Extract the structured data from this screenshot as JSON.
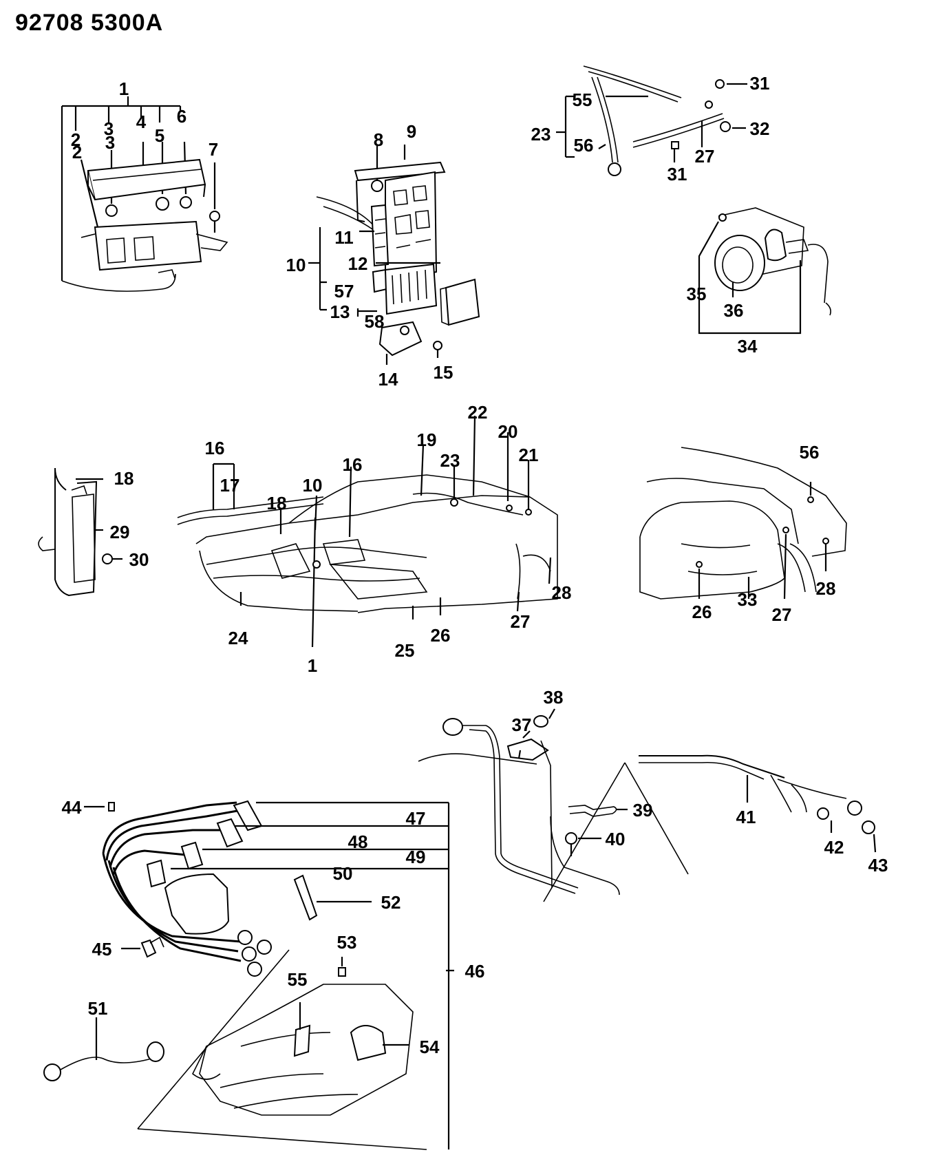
{
  "drawing_code": "92708  5300A",
  "callouts": [
    {
      "id": "c1a",
      "text": "1"
    },
    {
      "id": "c2",
      "text": "2"
    },
    {
      "id": "c3a",
      "text": "3"
    },
    {
      "id": "c4",
      "text": "4"
    },
    {
      "id": "c5",
      "text": "5"
    },
    {
      "id": "c6",
      "text": "6"
    },
    {
      "id": "c2b",
      "text": "2"
    },
    {
      "id": "c3b",
      "text": "3"
    },
    {
      "id": "c7",
      "text": "7"
    },
    {
      "id": "c8",
      "text": "8"
    },
    {
      "id": "c9",
      "text": "9"
    },
    {
      "id": "c11",
      "text": "11"
    },
    {
      "id": "c10a",
      "text": "10"
    },
    {
      "id": "c12",
      "text": "12"
    },
    {
      "id": "c57",
      "text": "57"
    },
    {
      "id": "c13",
      "text": "13"
    },
    {
      "id": "c58",
      "text": "58"
    },
    {
      "id": "c14",
      "text": "14"
    },
    {
      "id": "c15",
      "text": "15"
    },
    {
      "id": "c31a",
      "text": "31"
    },
    {
      "id": "c55a",
      "text": "55"
    },
    {
      "id": "c32",
      "text": "32"
    },
    {
      "id": "c23a",
      "text": "23"
    },
    {
      "id": "c56a",
      "text": "56"
    },
    {
      "id": "c27a",
      "text": "27"
    },
    {
      "id": "c31b",
      "text": "31"
    },
    {
      "id": "c35",
      "text": "35"
    },
    {
      "id": "c36",
      "text": "36"
    },
    {
      "id": "c34",
      "text": "34"
    },
    {
      "id": "c16a",
      "text": "16"
    },
    {
      "id": "c17",
      "text": "17"
    },
    {
      "id": "c18a",
      "text": "18"
    },
    {
      "id": "c29",
      "text": "29"
    },
    {
      "id": "c30",
      "text": "30"
    },
    {
      "id": "c18b",
      "text": "18"
    },
    {
      "id": "c10b",
      "text": "10"
    },
    {
      "id": "c16b",
      "text": "16"
    },
    {
      "id": "c19",
      "text": "19"
    },
    {
      "id": "c23b",
      "text": "23"
    },
    {
      "id": "c22",
      "text": "22"
    },
    {
      "id": "c20",
      "text": "20"
    },
    {
      "id": "c21",
      "text": "21"
    },
    {
      "id": "c24",
      "text": "24"
    },
    {
      "id": "c1b",
      "text": "1"
    },
    {
      "id": "c25",
      "text": "25"
    },
    {
      "id": "c26a",
      "text": "26"
    },
    {
      "id": "c27b",
      "text": "27"
    },
    {
      "id": "c28a",
      "text": "28"
    },
    {
      "id": "c56b",
      "text": "56"
    },
    {
      "id": "c26b",
      "text": "26"
    },
    {
      "id": "c33",
      "text": "33"
    },
    {
      "id": "c27c",
      "text": "27"
    },
    {
      "id": "c28b",
      "text": "28"
    },
    {
      "id": "c38",
      "text": "38"
    },
    {
      "id": "c37",
      "text": "37"
    },
    {
      "id": "c39",
      "text": "39"
    },
    {
      "id": "c40",
      "text": "40"
    },
    {
      "id": "c41",
      "text": "41"
    },
    {
      "id": "c42",
      "text": "42"
    },
    {
      "id": "c43",
      "text": "43"
    },
    {
      "id": "c44",
      "text": "44"
    },
    {
      "id": "c47",
      "text": "47"
    },
    {
      "id": "c48",
      "text": "48"
    },
    {
      "id": "c49",
      "text": "49"
    },
    {
      "id": "c50",
      "text": "50"
    },
    {
      "id": "c52",
      "text": "52"
    },
    {
      "id": "c45",
      "text": "45"
    },
    {
      "id": "c53",
      "text": "53"
    },
    {
      "id": "c46",
      "text": "46"
    },
    {
      "id": "c51",
      "text": "51"
    },
    {
      "id": "c55b",
      "text": "55"
    },
    {
      "id": "c54",
      "text": "54"
    }
  ]
}
